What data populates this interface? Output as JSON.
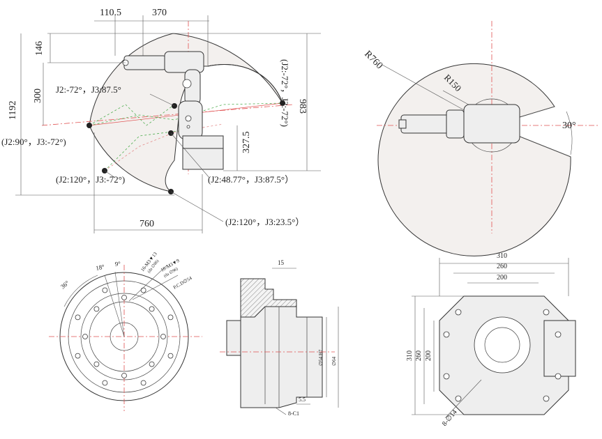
{
  "arm_side_view": {
    "dims": {
      "offset": "110.5",
      "upper_arm": "370",
      "top_height": "146",
      "mid_height": "300",
      "total_height": "1192",
      "reach_height": "983",
      "base_height": "327.5",
      "reach": "760"
    },
    "poses": {
      "p1": "J2:-72°，J3:87.5°",
      "p2": "(J2:90°，J3:-72°)",
      "p3": "(J2:120°，J3:-72°)",
      "p4": "(J2:48.77°，J3:87.5°）",
      "p5": "(J2:120°，J3:23.5°）",
      "p6": "(J2:-72°，J3:-72°)"
    }
  },
  "arm_top_view": {
    "radius": "R760",
    "inner_radius": "R150",
    "angle": "30°"
  },
  "flange_face": {
    "labels": {
      "angle_a": "18°",
      "angle_b": "9°",
      "angle_c": "36°",
      "thread_top": "16-M3▼13",
      "thread_top_sub": "(da ∅86)",
      "thread_mid": "16-M3▼9",
      "thread_mid_sub": "(da ∅96)",
      "pcd": "P.C.D∅54"
    }
  },
  "flange_section": {
    "dims": {
      "top": "15",
      "d1": "∅54 H7",
      "d2": "∅64",
      "bottom": "5.5",
      "chamfer": "8-C1"
    }
  },
  "base_plate": {
    "dims": {
      "w1": "310",
      "w2": "260",
      "w3": "200",
      "h1": "310",
      "h2": "260",
      "h3": "200",
      "holes": "8-∅14"
    }
  }
}
